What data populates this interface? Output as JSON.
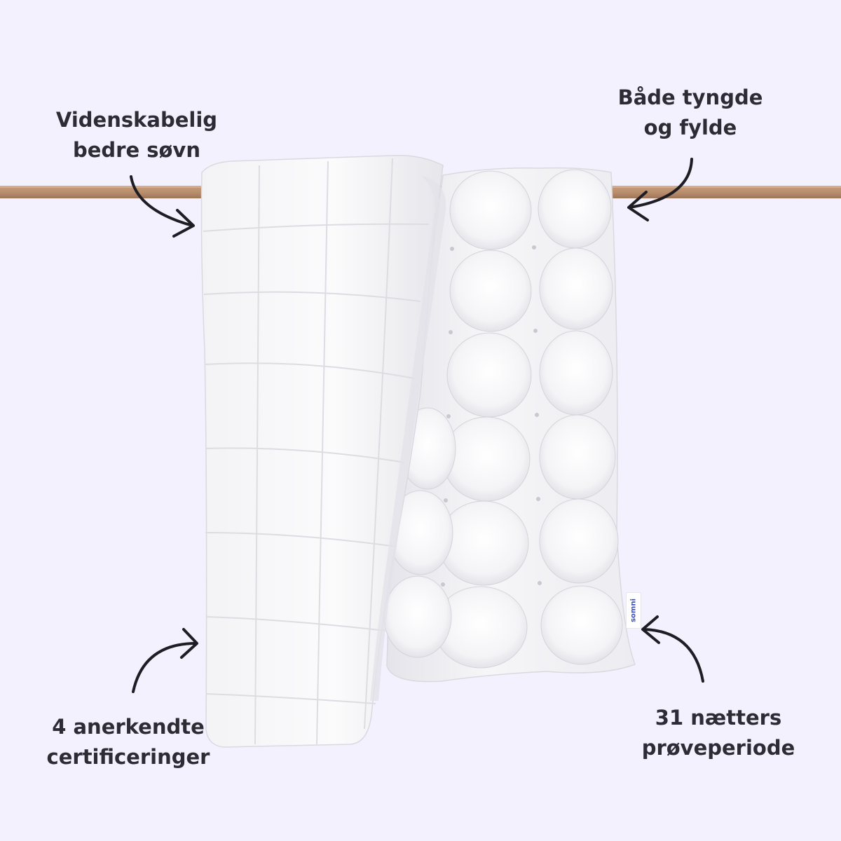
{
  "callouts": {
    "top_left": {
      "line1": "Videnskabelig",
      "line2": "bedre søvn"
    },
    "top_right": {
      "line1": "Både tyngde",
      "line2": "og fylde"
    },
    "bottom_left": {
      "line1": "4 anerkendte",
      "line2": "certificeringer"
    },
    "bottom_right": {
      "line1": "31 nætters",
      "line2": "prøveperiode"
    }
  },
  "product": {
    "brand_tag": "somni",
    "icons": [
      "weighted-blanket-icon",
      "drying-rail-icon",
      "callout-arrow-icon"
    ]
  },
  "colors": {
    "background": "#f2f1fd",
    "rail": "#b98f6e",
    "text": "#2d2b33",
    "blanket": "#f7f7f9",
    "blanket_shadow": "#dcdce3"
  }
}
